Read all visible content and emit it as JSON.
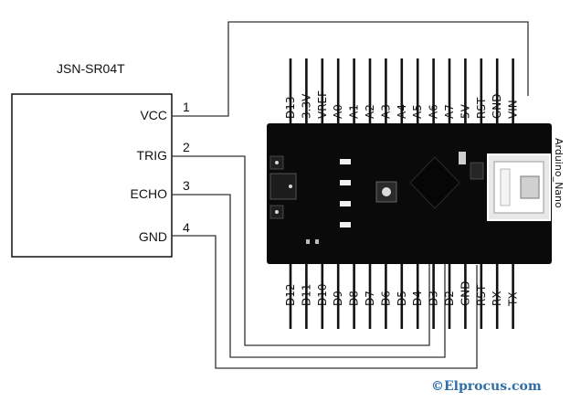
{
  "sensor": {
    "name": "JSN-SR04T",
    "pins": [
      {
        "label": "VCC",
        "number": "1"
      },
      {
        "label": "TRIG",
        "number": "2"
      },
      {
        "label": "ECHO",
        "number": "3"
      },
      {
        "label": "GND",
        "number": "4"
      }
    ]
  },
  "arduino": {
    "name": "Arduino_Nano",
    "top_pins": [
      "D13",
      "3.3V",
      "VREF",
      "A0",
      "A1",
      "A2",
      "A3",
      "A4",
      "A5",
      "A6",
      "A7",
      "5V",
      "RST",
      "GND",
      "VIN"
    ],
    "bottom_pins": [
      "D12",
      "D11",
      "D10",
      "D9",
      "D8",
      "D7",
      "D6",
      "D5",
      "D4",
      "D3",
      "D2",
      "GND",
      "RST",
      "RX",
      "TX"
    ]
  },
  "watermark": "©Elprocus.com",
  "colors": {
    "board": "#0a0a0a",
    "wire": "#333333",
    "watermark": "#2f6fa8"
  }
}
